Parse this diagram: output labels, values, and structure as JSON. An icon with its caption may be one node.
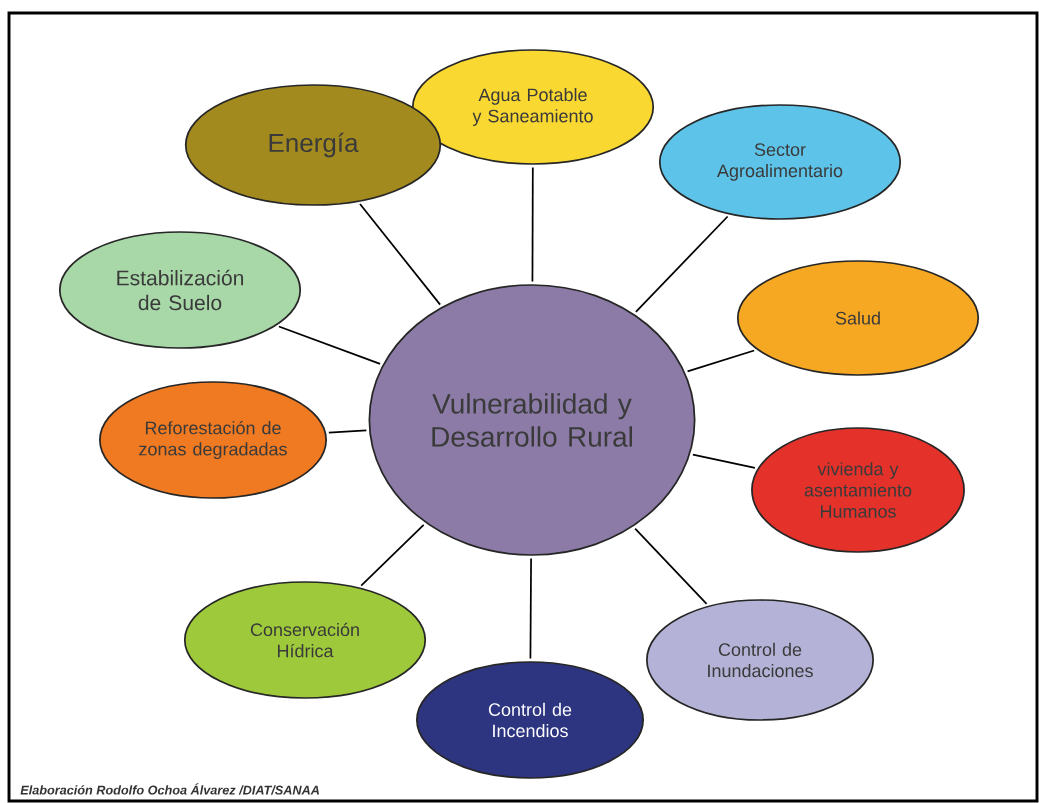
{
  "diagram": {
    "caption": "Elaboración Rodolfo Ochoa Álvarez /DIAT/SANAA",
    "nodes": [
      {
        "text": [
          "Vulnerabilidad y Desarrollo Rural"
        ]
      },
      {
        "text": [
          "Agua Potable y Saneamiento"
        ]
      },
      {
        "text": [
          "Sector Agroalimentario"
        ]
      },
      {
        "text": [
          "Salud"
        ]
      },
      {
        "text": [
          "vivienda y asentamiento Humanos"
        ]
      },
      {
        "text": [
          "Control de Inundaciones"
        ]
      },
      {
        "text": [
          "Control de Incendios"
        ]
      },
      {
        "text": [
          "Conservación Hídrica"
        ]
      },
      {
        "text": [
          "Reforestación de zonas degradadas"
        ]
      },
      {
        "text": [
          "Estabilización de Suelo"
        ]
      },
      {
        "text": [
          "Energía"
        ]
      }
    ],
    "edges": [
      {
        "from": 0,
        "to": 1,
        "arrow": "none"
      },
      {
        "from": 0,
        "to": 2,
        "arrow": "none"
      },
      {
        "from": 0,
        "to": 3,
        "arrow": "none"
      },
      {
        "from": 0,
        "to": 4,
        "arrow": "none"
      },
      {
        "from": 0,
        "to": 5,
        "arrow": "none"
      },
      {
        "from": 0,
        "to": 6,
        "arrow": "none"
      },
      {
        "from": 0,
        "to": 7,
        "arrow": "none"
      },
      {
        "from": 0,
        "to": 8,
        "arrow": "none"
      },
      {
        "from": 0,
        "to": 9,
        "arrow": "none"
      },
      {
        "from": 0,
        "to": 10,
        "arrow": "none"
      }
    ]
  }
}
